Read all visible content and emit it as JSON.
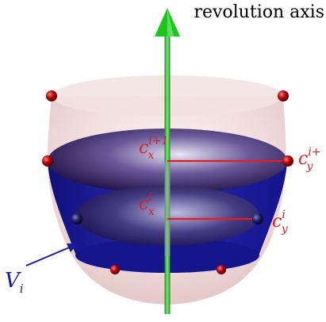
{
  "axis_label": "revolution axis",
  "labels": {
    "cx_upper": {
      "base": "c",
      "sub": "x",
      "sup": "i+1"
    },
    "cy_upper": {
      "base": "c",
      "sub": "y",
      "sup": "i+"
    },
    "cx_lower": {
      "base": "c",
      "sub": "x",
      "sup": "i"
    },
    "cy_lower": {
      "base": "c",
      "sub": "y",
      "sup": "i"
    },
    "volume": {
      "base": "V",
      "sub": "i"
    }
  },
  "colors": {
    "axis_green": "#2fb52f",
    "axis_arrow": "#1fcc1f",
    "outer_shell": "#e8c6c6",
    "band_blue": "#1a1aa0",
    "top_disk": "#2a1460",
    "radius_red": "#e81c1c",
    "label_red": "#e02020",
    "label_blue": "#1a1aa0",
    "point_red": "#8b0000",
    "point_dark": "#1a1a5a"
  }
}
